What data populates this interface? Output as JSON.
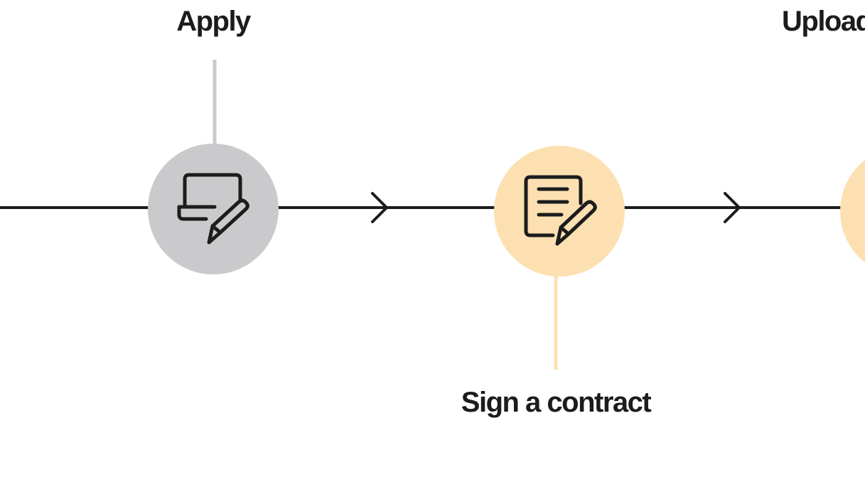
{
  "steps": [
    {
      "label": "Apply",
      "icon": "laptop-pen-icon",
      "color": "#cacacd"
    },
    {
      "label": "Sign a contract",
      "icon": "document-pen-icon",
      "color": "#fde0b2"
    },
    {
      "label": "Upload",
      "icon": "circle-partial",
      "color": "#fde0b2"
    }
  ],
  "colors": {
    "line": "#1c1c1c",
    "text": "#1c1c1c",
    "apply_connector": "#cacacd",
    "sign_connector": "#fde0b2"
  }
}
